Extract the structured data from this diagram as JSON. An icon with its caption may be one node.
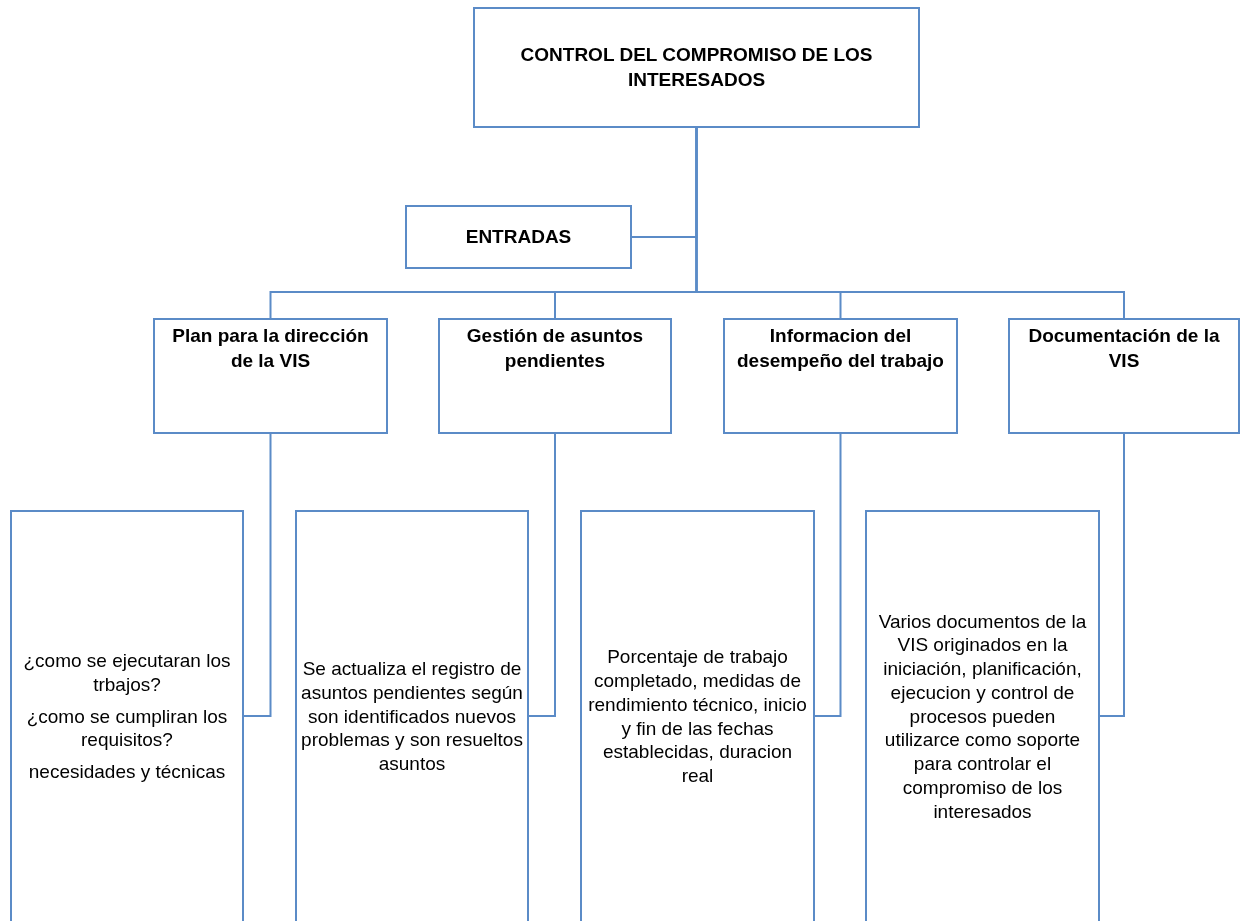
{
  "diagram": {
    "nodes": [
      {
        "text": [
          "CONTROL DEL COMPROMISO DE LOS INTERESADOS"
        ]
      },
      {
        "text": [
          "ENTRADAS"
        ]
      },
      {
        "text": [
          "Plan para la dirección de la VIS"
        ]
      },
      {
        "text": [
          "Gestión de asuntos pendientes"
        ]
      },
      {
        "text": [
          "Informacion del desempeño del trabajo"
        ]
      },
      {
        "text": [
          "Documentación de la VIS"
        ]
      },
      {
        "text": [
          "¿como se ejecutaran los trbajos?",
          "¿como se cumpliran los requisitos?",
          "necesidades y técnicas"
        ]
      },
      {
        "text": [
          "Se actualiza el registro de asuntos pendientes según son identificados nuevos problemas y son resueltos asuntos"
        ]
      },
      {
        "text": [
          "Porcentaje de trabajo completado, medidas de rendimiento técnico, inicio y fin de las fechas establecidas, duracion real"
        ]
      },
      {
        "text": [
          "Varios documentos de la VIS originados en la iniciación, planificación, ejecucion y control de procesos pueden utilizarce como soporte para controlar el compromiso de los interesados"
        ]
      }
    ],
    "edges": [
      {
        "from": 0,
        "to": 1,
        "arrow": "none"
      },
      {
        "from": 0,
        "to": 2,
        "arrow": "none"
      },
      {
        "from": 0,
        "to": 3,
        "arrow": "none"
      },
      {
        "from": 0,
        "to": 4,
        "arrow": "none"
      },
      {
        "from": 0,
        "to": 5,
        "arrow": "none"
      },
      {
        "from": 2,
        "to": 6,
        "arrow": "none"
      },
      {
        "from": 3,
        "to": 7,
        "arrow": "none"
      },
      {
        "from": 4,
        "to": 8,
        "arrow": "none"
      },
      {
        "from": 5,
        "to": 9,
        "arrow": "none"
      }
    ]
  }
}
